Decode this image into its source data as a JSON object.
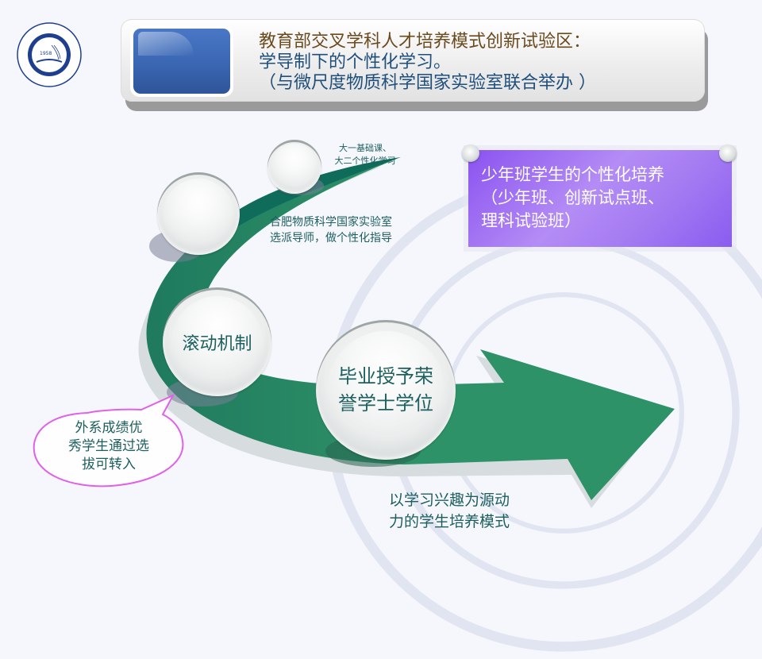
{
  "header": {
    "line1": "教育部交叉学科人才培养模式创新试验区：",
    "line2": "学导制下的个性化学习。",
    "line3": "（与微尺度物质科学国家实验室联合举办 ）"
  },
  "logo": {
    "year": "1958",
    "icon": "university-seal-icon"
  },
  "diagram": {
    "step1_label": [
      "大一基础课、",
      "大二个性化学习"
    ],
    "step2_label": [
      "合肥物质科学国家实验室",
      "选派导师，做个性化指导"
    ],
    "step3_sphere": "滚动机制",
    "step4_sphere": [
      "毕业授予荣",
      "誉学士学位"
    ],
    "callout": [
      "外系成绩优",
      "秀学生通过选",
      "拔可转入"
    ],
    "bottom_caption": [
      "以学习兴趣为源动",
      "力的学生培养模式"
    ]
  },
  "purple_box": {
    "lines": [
      "少年班学生的个性化培养",
      "（少年班、创新试点班、",
      "理科试验班）"
    ]
  },
  "colors": {
    "arrow_green": "#2e9268",
    "arrow_dark_green": "#0f6b5a",
    "purple": "#9a6af2",
    "header_blue": "#3a66b2",
    "title_brown": "#6b4a1e",
    "text_teal": "#1d5f5f",
    "callout_border": "#e060e8"
  }
}
